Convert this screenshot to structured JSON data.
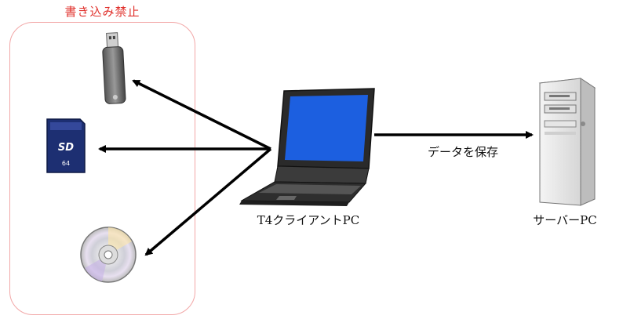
{
  "zone": {
    "title": "書き込み禁止"
  },
  "nodes": {
    "client": {
      "label": "T4クライアントPC"
    },
    "server": {
      "label": "サーバーPC"
    },
    "sd_card": {
      "capacity": "64",
      "logo": "SD"
    }
  },
  "edges": {
    "save": {
      "label": "データを保存"
    }
  },
  "colors": {
    "zone_border": "#f2a7a7",
    "zone_title": "#e0302b",
    "screen_blue": "#1c5fe0",
    "arrow": "#000000"
  },
  "icons": [
    "usb-drive-icon",
    "sd-card-icon",
    "cd-disc-icon",
    "laptop-icon",
    "server-tower-icon"
  ]
}
